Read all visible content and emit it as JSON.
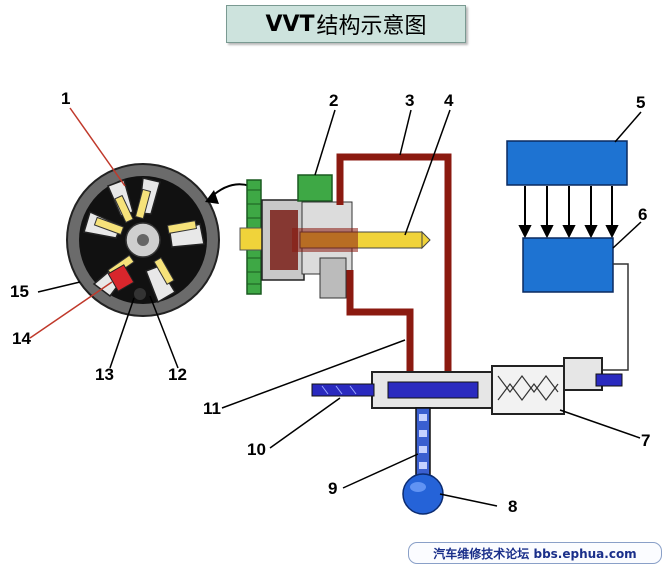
{
  "title": {
    "latin": "VVT",
    "cn": "结构示意图"
  },
  "labels": [
    "1",
    "2",
    "3",
    "4",
    "5",
    "6",
    "7",
    "8",
    "9",
    "10",
    "11",
    "12",
    "13",
    "14",
    "15"
  ],
  "watermark": "汽车维修技术论坛 bbs.ephua.com",
  "colors": {
    "oil_line": "#8b1a10",
    "ecu_blue": "#1e73d2",
    "solenoid_blue": "#2a2abf",
    "camshaft_yellow": "#f0d33a",
    "rotor_gray": "#5a5a5a",
    "flywheel_green": "#3ea845",
    "title_bg": "#cde3dd"
  }
}
